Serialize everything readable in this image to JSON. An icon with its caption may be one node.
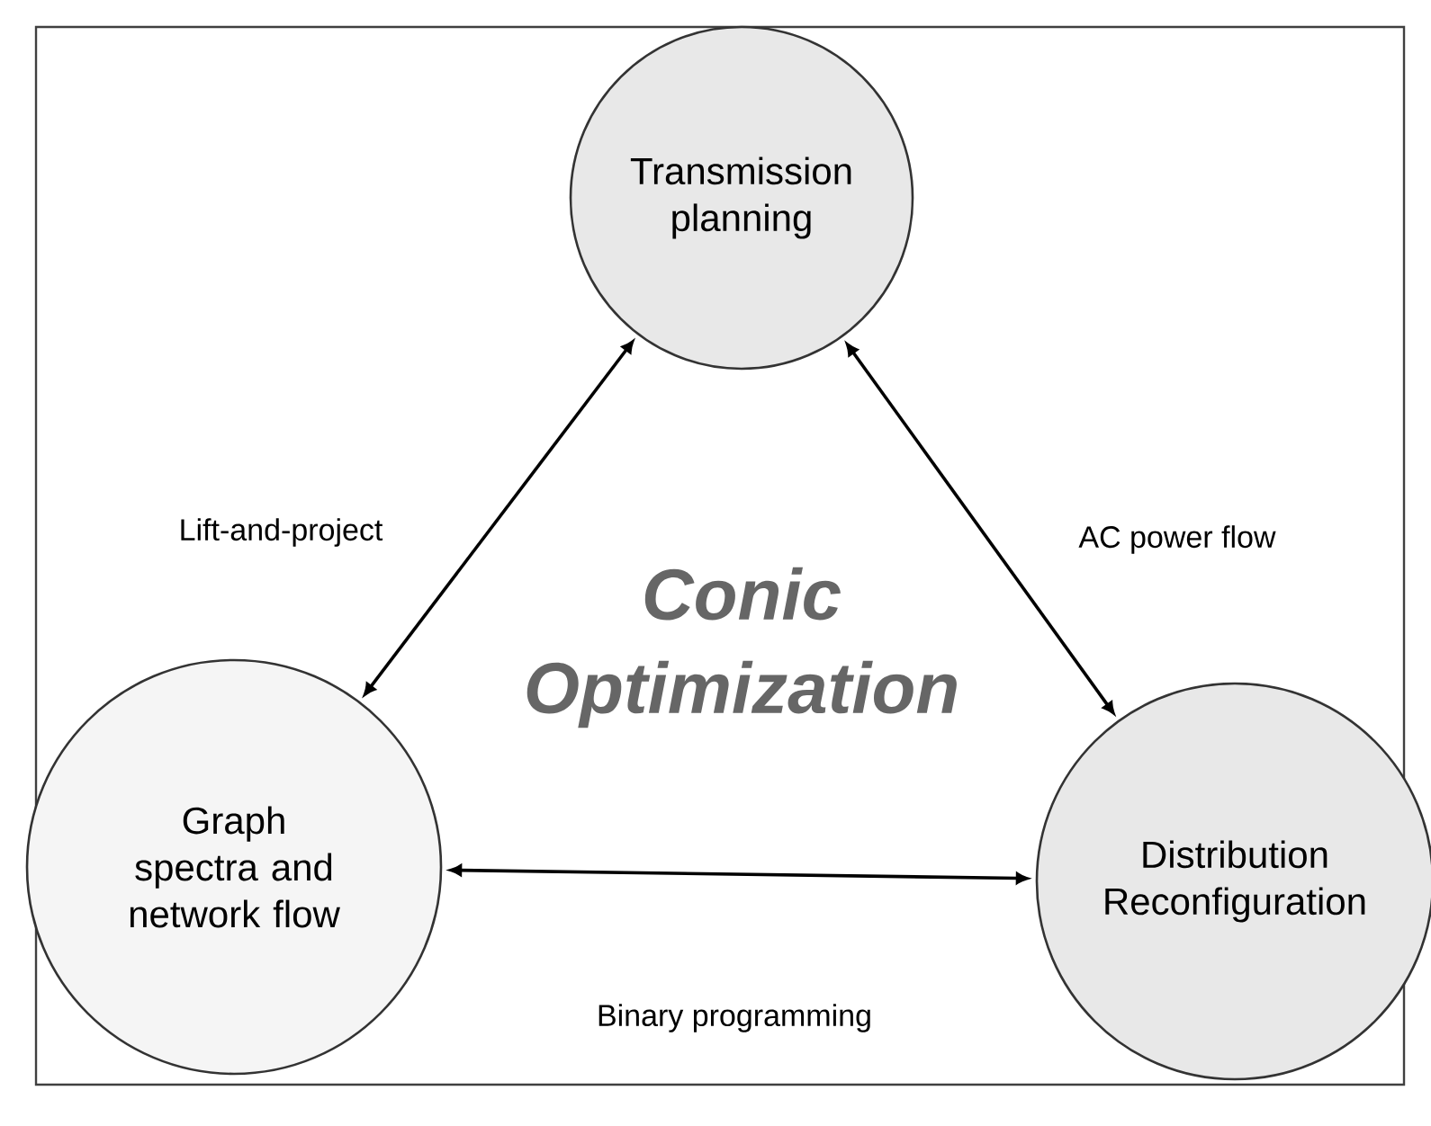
{
  "diagram": {
    "nodes": [
      {
        "text": [
          "Transmission planning"
        ]
      },
      {
        "text": [
          "Graph spectra and network flow"
        ]
      },
      {
        "text": [
          "Distribution Reconfiguration"
        ]
      }
    ],
    "edges": [
      {
        "from": 0,
        "to": 1,
        "arrow": "both",
        "label": "Lift-and-project"
      },
      {
        "from": 0,
        "to": 2,
        "arrow": "both",
        "label": "AC power flow"
      },
      {
        "from": 1,
        "to": 2,
        "arrow": "both",
        "label": "Binary programming"
      }
    ],
    "labels": [
      "Conic Optimization"
    ]
  }
}
